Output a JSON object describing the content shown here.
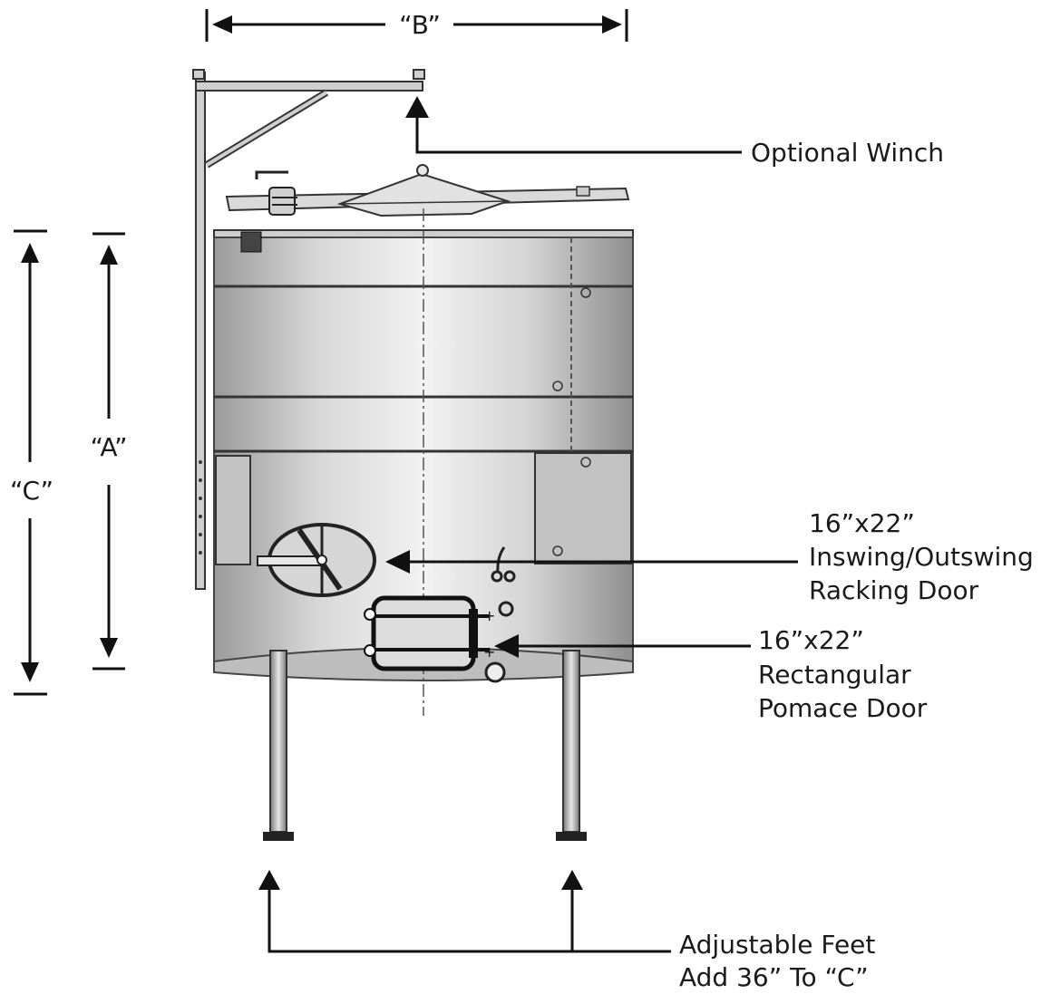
{
  "dimensions": {
    "a": "“A”",
    "b": "“B”",
    "c": "“C”"
  },
  "callouts": {
    "winch": "Optional Winch",
    "racking_size": "16”x22”",
    "racking_line2": "Inswing/Outswing",
    "racking_line3": "Racking Door",
    "pomace_size": "16”x22”",
    "pomace_line2": "Rectangular",
    "pomace_line3": "Pomace Door",
    "feet_line1": "Adjustable Feet",
    "feet_line2": "Add 36” To “C”"
  }
}
